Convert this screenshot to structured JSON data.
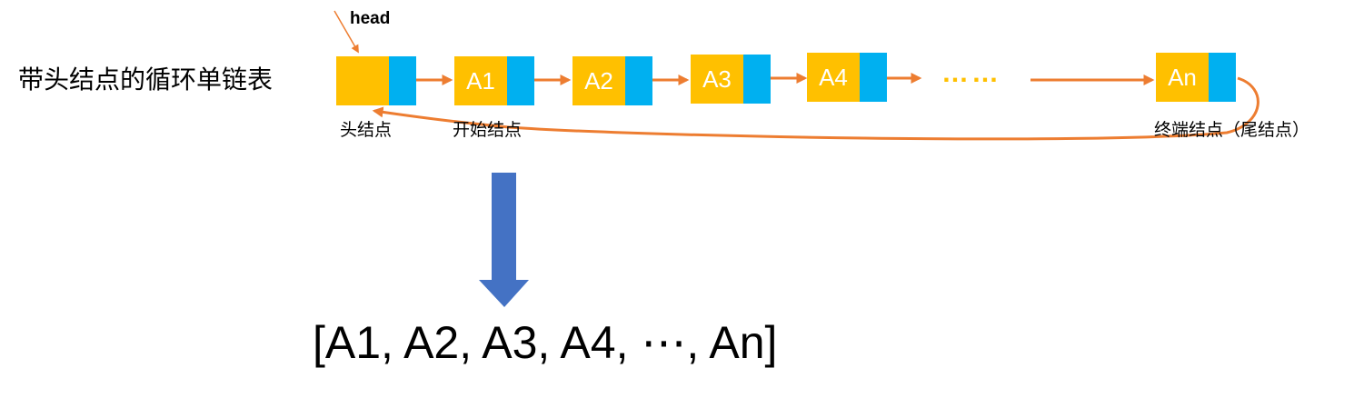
{
  "title": "带头结点的循环单链表",
  "head_pointer_label": "head",
  "nodes": [
    {
      "data": ""
    },
    {
      "data": "A1"
    },
    {
      "data": "A2"
    },
    {
      "data": "A3"
    },
    {
      "data": "A4"
    },
    {
      "data": "An"
    }
  ],
  "ellipsis": "……",
  "captions": {
    "head_node": "头结点",
    "start_node": "开始结点",
    "end_node": "终端结点（尾结点）"
  },
  "result": "[A1, A2, A3, A4, ⋯, An]",
  "colors": {
    "data_field": "#FFC000",
    "pointer_field": "#00B0F0",
    "link_arrow": "#ED7D31",
    "transform_arrow": "#4472C4"
  }
}
